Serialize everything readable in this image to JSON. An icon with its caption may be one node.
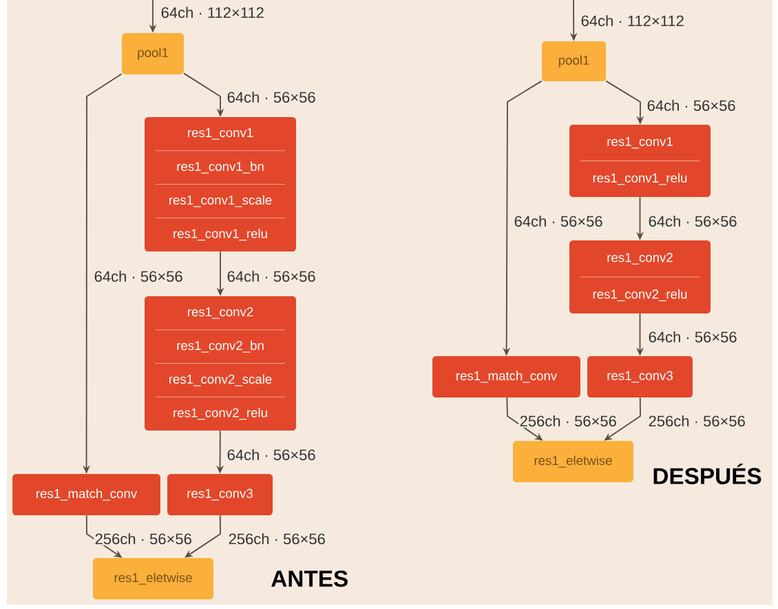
{
  "diagram": {
    "nodes": [
      {
        "text": [
          "pool1"
        ]
      },
      {
        "text": [
          "res1_conv1",
          "res1_conv1_bn",
          "res1_conv1_scale",
          "res1_conv1_relu"
        ]
      },
      {
        "text": [
          "res1_conv2",
          "res1_conv2_bn",
          "res1_conv2_scale",
          "res1_conv2_relu"
        ]
      },
      {
        "text": [
          "res1_match_conv"
        ]
      },
      {
        "text": [
          "res1_conv3"
        ]
      },
      {
        "text": [
          "res1_eletwise"
        ]
      },
      {
        "text": [
          "pool1"
        ]
      },
      {
        "text": [
          "res1_conv1",
          "res1_conv1_relu"
        ]
      },
      {
        "text": [
          "res1_conv2",
          "res1_conv2_relu"
        ]
      },
      {
        "text": [
          "res1_match_conv"
        ]
      },
      {
        "text": [
          "res1_conv3"
        ]
      },
      {
        "text": [
          "res1_eletwise"
        ]
      }
    ],
    "edges": [
      {
        "from": null,
        "to": 0,
        "arrow": "to",
        "label": "64ch · 112×112"
      },
      {
        "from": 0,
        "to": 3,
        "arrow": "to",
        "label": "64ch · 56×56"
      },
      {
        "from": 0,
        "to": 1,
        "arrow": "to",
        "label": "64ch · 56×56"
      },
      {
        "from": 1,
        "to": 2,
        "arrow": "to",
        "label": "64ch · 56×56"
      },
      {
        "from": 2,
        "to": 4,
        "arrow": "to",
        "label": "64ch · 56×56"
      },
      {
        "from": 3,
        "to": 5,
        "arrow": "to",
        "label": "256ch · 56×56"
      },
      {
        "from": 4,
        "to": 5,
        "arrow": "to",
        "label": "256ch · 56×56"
      },
      {
        "from": null,
        "to": 6,
        "arrow": "to",
        "label": "64ch · 112×112"
      },
      {
        "from": 6,
        "to": 9,
        "arrow": "to",
        "label": "64ch · 56×56"
      },
      {
        "from": 6,
        "to": 7,
        "arrow": "to",
        "label": "64ch · 56×56"
      },
      {
        "from": 7,
        "to": 8,
        "arrow": "to",
        "label": "64ch · 56×56"
      },
      {
        "from": 8,
        "to": 10,
        "arrow": "to",
        "label": "64ch · 56×56"
      },
      {
        "from": 9,
        "to": 11,
        "arrow": "to",
        "label": "256ch · 56×56"
      },
      {
        "from": 10,
        "to": 11,
        "arrow": "to",
        "label": "256ch · 56×56"
      }
    ],
    "labels": [
      "ANTES",
      "DESPUÉS"
    ]
  }
}
